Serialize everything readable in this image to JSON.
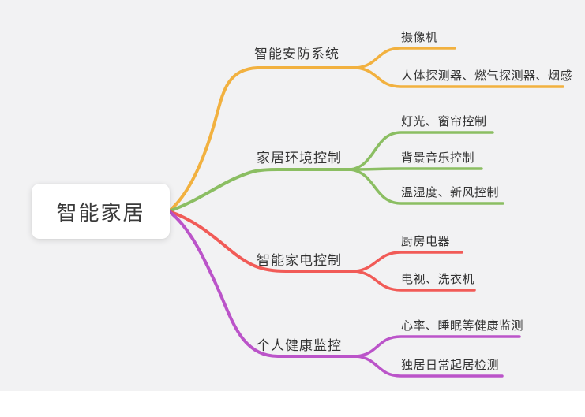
{
  "root": {
    "label": "智能家居"
  },
  "branches": [
    {
      "label": "智能安防系统",
      "color": "#F2B13F",
      "children": [
        {
          "label": "摄像机"
        },
        {
          "label": "人体探测器、燃气探测器、烟感"
        }
      ]
    },
    {
      "label": "家居环境控制",
      "color": "#8BBE62",
      "children": [
        {
          "label": "灯光、窗帘控制"
        },
        {
          "label": "背景音乐控制"
        },
        {
          "label": "温湿度、新风控制"
        }
      ]
    },
    {
      "label": "智能家电控制",
      "color": "#F15B57",
      "children": [
        {
          "label": "厨房电器"
        },
        {
          "label": "电视、洗衣机"
        }
      ]
    },
    {
      "label": "个人健康监控",
      "color": "#BB54C9",
      "children": [
        {
          "label": "心率、睡眠等健康监测"
        },
        {
          "label": "独居日常起居检测"
        }
      ]
    }
  ],
  "colors": {
    "background": "#F2F2F3",
    "text": "#333333",
    "node_background": "#FFFFFF"
  }
}
